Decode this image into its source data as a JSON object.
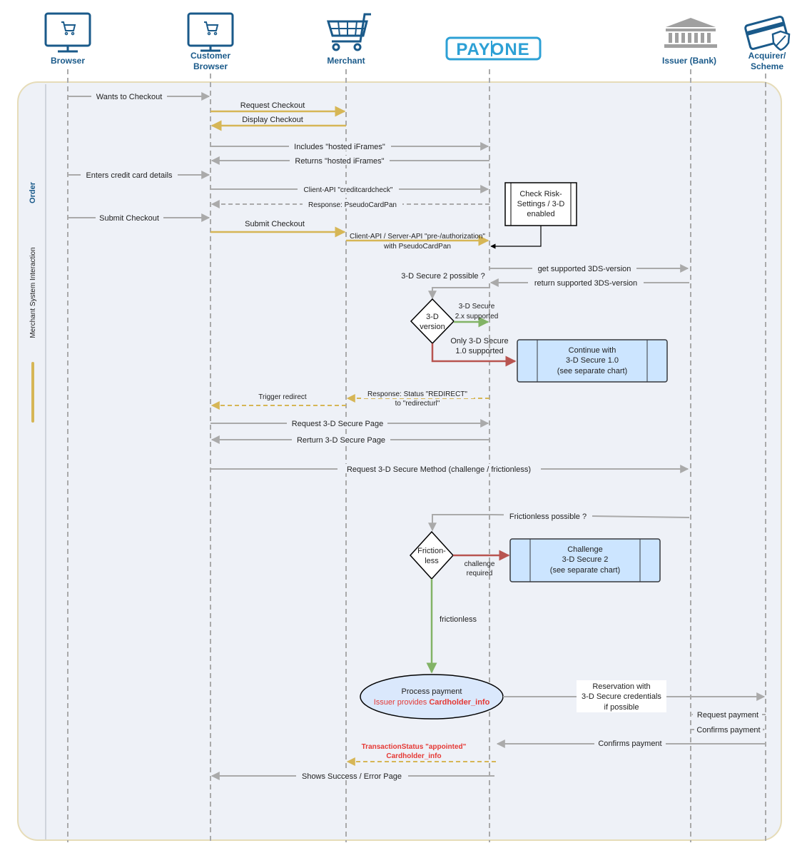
{
  "actors": {
    "browser": "Browser",
    "customer_browser_1": "Customer",
    "customer_browser_2": "Browser",
    "merchant": "Merchant",
    "payone_logo": "PAYONE",
    "issuer": "Issuer (Bank)",
    "acquirer_1": "Acquirer/",
    "acquirer_2": "Scheme"
  },
  "lanes": {
    "order": "Order",
    "merchant_system": "Merchant System Interaction"
  },
  "messages": {
    "wants_checkout": "Wants to Checkout",
    "request_checkout": "Request Checkout",
    "display_checkout": "Display Checkout",
    "includes_iframes": "Includes \"hosted iFrames\"",
    "returns_iframes": "Returns \"hosted iFrames\"",
    "enters_cc": "Enters credit card details",
    "client_api_cc": "Client-API \"creditcardcheck\"",
    "response_pseudo": "Response: PseudoCardPan",
    "submit_checkout_1": "Submit Checkout",
    "submit_checkout_2": "Submit Checkout",
    "preauth_1": "Client-API / Server-API \"pre-/authorization\"",
    "preauth_2": "with PseudoCardPan",
    "get_3ds": "get supported 3DS-version",
    "return_3ds": "return supported 3DS-version",
    "tds2_possible": "3-D Secure 2 possible ?",
    "tds_supported_1": "3-D Secure",
    "tds_supported_2": "2.x supported",
    "only_tds1_1": "Only 3-D Secure",
    "only_tds1_2": "1.0 supported",
    "resp_redirect_1": "Response: Status \"REDIRECT\"",
    "resp_redirect_2": "to \"redirecturl\"",
    "trigger_redirect": "Trigger redirect",
    "request_page": "Request 3-D Secure Page",
    "return_page": "Rerturn 3-D Secure Page",
    "request_method": "Request 3-D Secure Method (challenge / frictionless)",
    "frictionless_possible": "Frictionless possible ?",
    "challenge_required_1": "challenge",
    "challenge_required_2": "required",
    "frictionless": "frictionless",
    "reservation_1": "Reservation with",
    "reservation_2": "3-D Secure credentials",
    "reservation_3": "if possible",
    "request_payment": "Request payment",
    "confirms_payment_acq": "Confirms payment",
    "confirms_payment": "Confirms payment",
    "txn_status_1": "TransactionStatus \"appointed\"",
    "txn_status_2": "Cardholder_info",
    "shows_success": "Shows Success / Error Page"
  },
  "boxes": {
    "risk_1": "Check Risk-",
    "risk_2": "Settings / 3-D",
    "risk_3": "enabled",
    "diamond_version_1": "3-D",
    "diamond_version_2": "version",
    "continue_1": "Continue with",
    "continue_2": "3-D Secure 1.0",
    "continue_3": "(see separate chart)",
    "diamond_friction_1": "Friction-",
    "diamond_friction_2": "less",
    "challenge_1": "Challenge",
    "challenge_2": "3-D Secure 2",
    "challenge_3": "(see separate chart)",
    "process_1": "Process payment",
    "process_2a": "Issuer provides ",
    "process_2b": "Cardholder_info"
  },
  "colors": {
    "actor_blue": "#1a5a8a",
    "payone_blue": "#2da0d5",
    "grey_arrow": "#aaaaaa",
    "gold_arrow": "#d6b656",
    "green": "#82b366",
    "red": "#b85450",
    "box_fill": "#cce5ff",
    "ellipse_fill": "#dae8fc",
    "lane_fill": "#eef1f7",
    "lane_border": "#e6dcb8"
  }
}
